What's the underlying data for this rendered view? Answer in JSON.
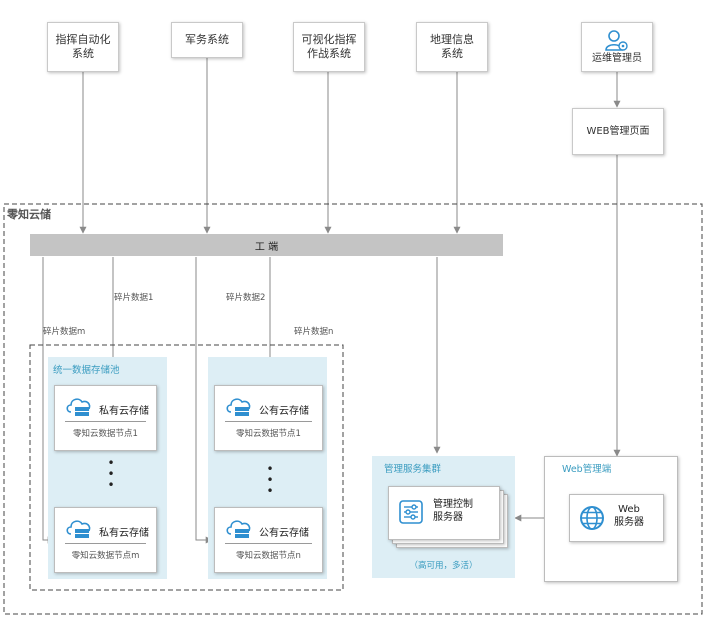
{
  "systems": [
    "指挥自动化\n系统",
    "军务系统",
    "可视化指挥\n作战系统",
    "地理信息\n系统"
  ],
  "admin": {
    "label": "运维管理员",
    "icon": "user-gear-icon"
  },
  "web_page": "WEB管理页面",
  "cloud_title": "零知云储",
  "bus_label": "工 端",
  "edge_labels": {
    "shard_1": "碎片数据1",
    "shard_2": "碎片数据2",
    "shard_m": "碎片数据m",
    "shard_n": "碎片数据n"
  },
  "storage_pool": {
    "title": "统一数据存储池",
    "private_top": {
      "title": "私有云存储",
      "sub": "零知云数据节点1"
    },
    "private_bottom": {
      "title": "私有云存储",
      "sub": "零知云数据节点m"
    },
    "public_top": {
      "title": "公有云存储",
      "sub": "零知云数据节点1"
    },
    "public_bottom": {
      "title": "公有云存储",
      "sub": "零知云数据节点n"
    },
    "ellipsis": "•\n•\n•"
  },
  "mgmt_cluster": {
    "title": "管理服务集群",
    "server": "管理控制\n服务器",
    "note": "（高可用，多活）",
    "icon": "sliders-icon"
  },
  "web_end": {
    "title": "Web管理端",
    "server": "Web\n服务器",
    "icon": "globe-icon"
  },
  "colors": {
    "panel_bg": "#ddeef5",
    "panel_title": "#3a9cc0",
    "icon_blue": "#2f8fd0",
    "bus": "#c4c4c4",
    "arrow": "#8a8a8a"
  }
}
